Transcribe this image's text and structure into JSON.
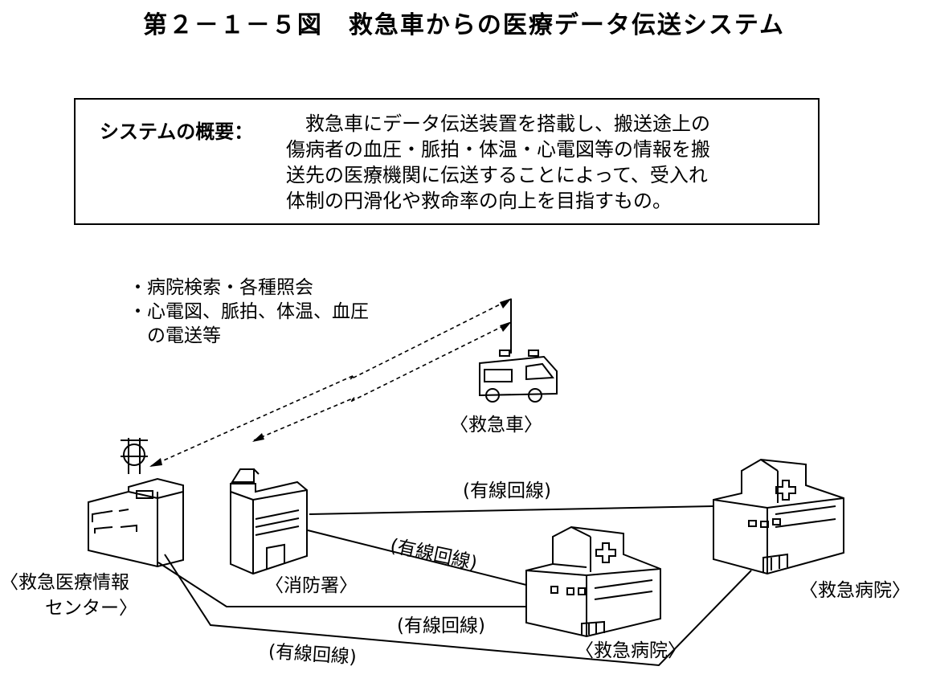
{
  "title": "第２－１－５図　救急車からの医療データ伝送システム",
  "summary": {
    "label": "システムの概要：",
    "lines": [
      "　救急車にデータ伝送装置を搭載し、搬送途上の",
      "傷病者の血圧・脈拍・体温・心電図等の情報を搬",
      "送先の医療機関に伝送することによって、受入れ",
      "体制の円滑化や救命率の向上を目指すもの。"
    ]
  },
  "transmission_notes": [
    "・病院検索・各種照会",
    "・心電図、脈拍、体温、血圧",
    "　の電送等"
  ],
  "nodes": {
    "ambulance": "〈救急車〉",
    "center_line1": "〈救急医療情報",
    "center_line2": "センター〉",
    "fire_station": "〈消防署〉",
    "hospital_middle": "〈救急病院〉",
    "hospital_right": "〈救急病院〉"
  },
  "links": {
    "top": "(有線回線)",
    "diagonal": "(有線回線)",
    "middle": "(有線回線)",
    "bottom": "(有線回線)"
  }
}
